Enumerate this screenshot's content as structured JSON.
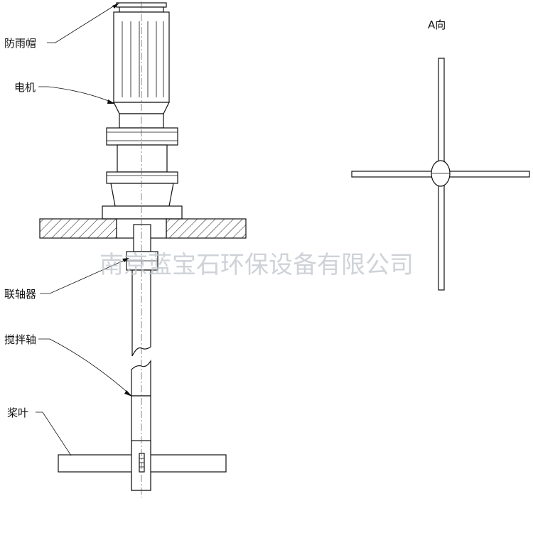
{
  "labels": {
    "rain_cap": "防雨帽",
    "motor": "电机",
    "coupling": "联轴器",
    "shaft": "搅拌轴",
    "blade": "桨叶",
    "view_a": "A向"
  },
  "watermark": "南京蓝宝石环保设备有限公司",
  "colors": {
    "line": "#111111",
    "watermark": "#bfc5cc"
  }
}
